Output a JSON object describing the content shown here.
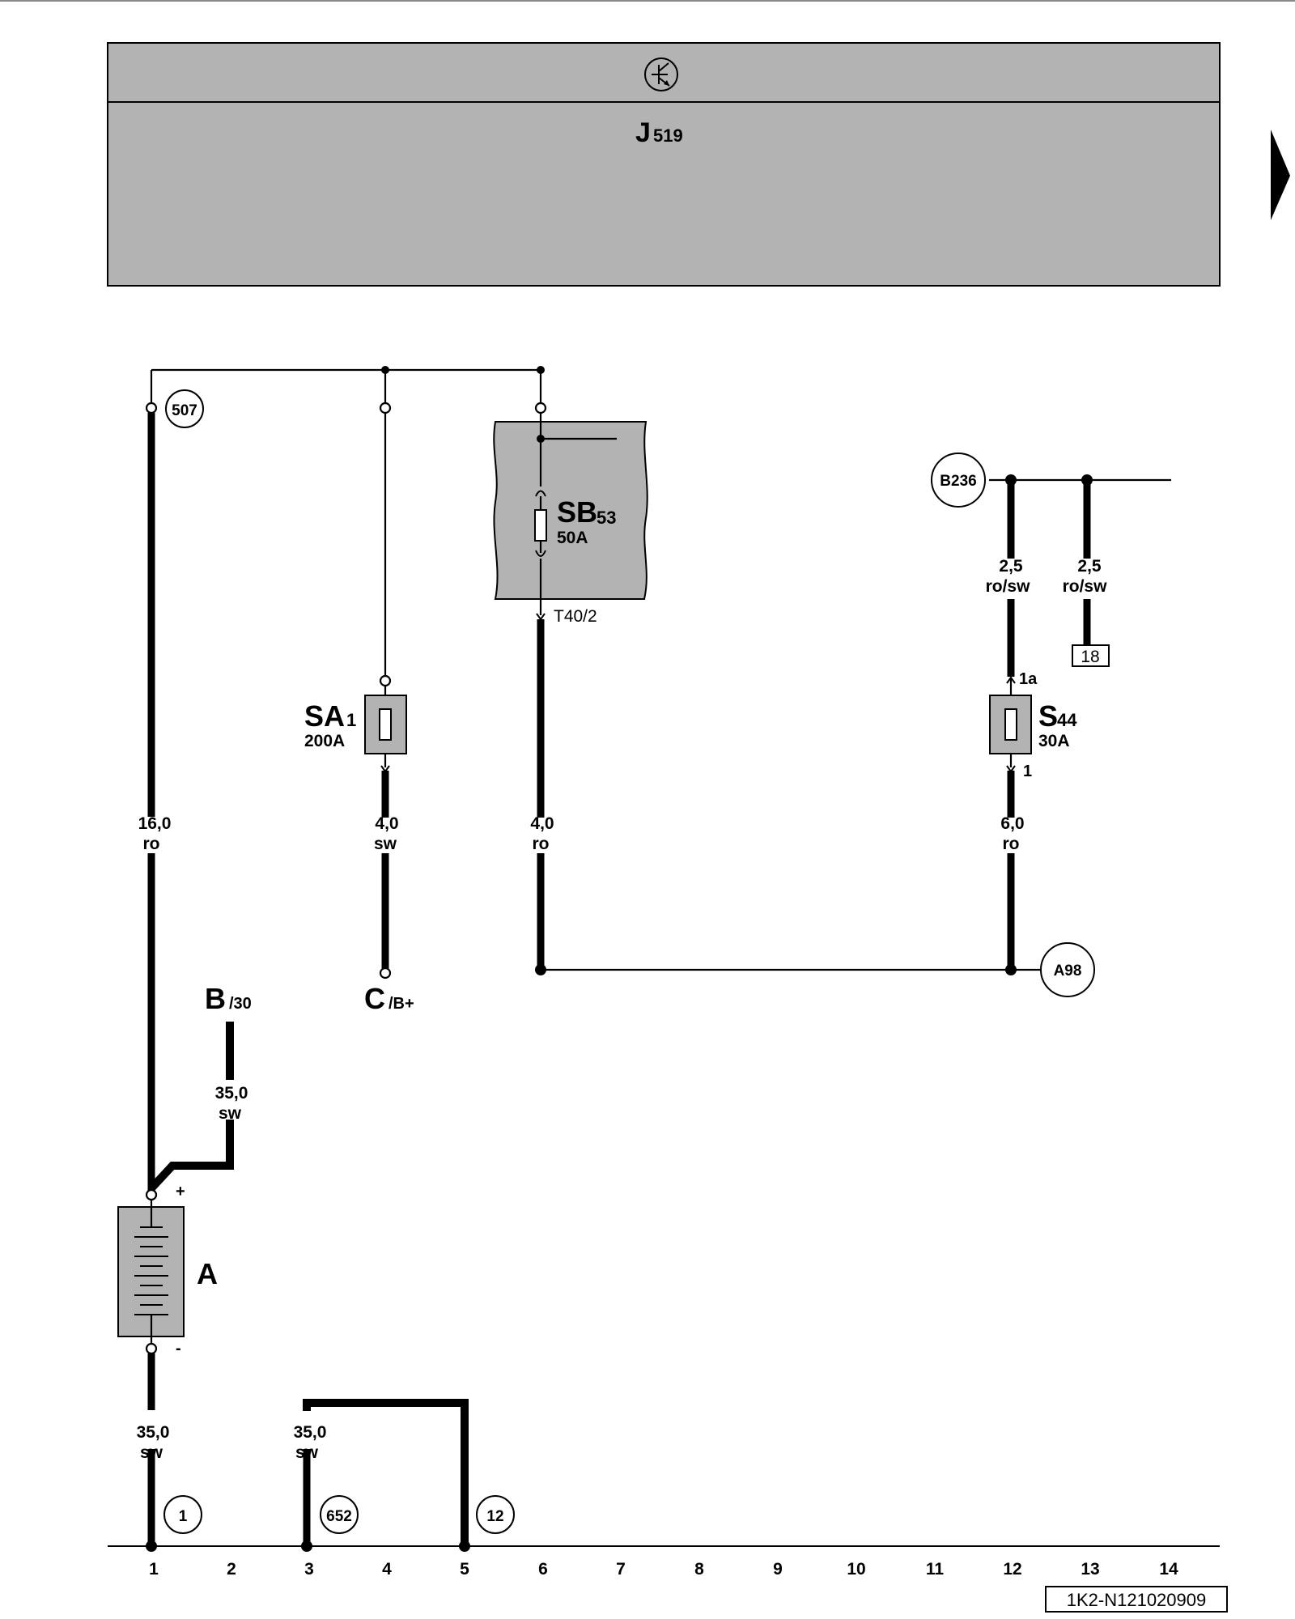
{
  "control_unit": {
    "main": "J",
    "sub": "519",
    "icon": "transistor-symbol-icon"
  },
  "wires": {
    "w1": {
      "size": "16,0",
      "color": "ro"
    },
    "w2": {
      "size": "4,0",
      "color": "sw"
    },
    "w3": {
      "size": "4,0",
      "color": "ro"
    },
    "w4": {
      "size": "6,0",
      "color": "ro"
    },
    "w5": {
      "size": "2,5",
      "color": "ro/sw"
    },
    "w6": {
      "size": "2,5",
      "color": "ro/sw"
    },
    "w7": {
      "size": "35,0",
      "color": "sw"
    },
    "w8": {
      "size": "35,0",
      "color": "sw"
    },
    "w9": {
      "size": "35,0",
      "color": "sw"
    }
  },
  "badges": {
    "b507": "507",
    "b236": "B236",
    "a98": "A98",
    "g1": "1",
    "g652": "652",
    "g12": "12"
  },
  "components": {
    "sb": {
      "main": "SB",
      "sub": "53",
      "rating": "50A",
      "connector": "T40/2"
    },
    "sa": {
      "main": "SA",
      "sub": "1",
      "rating": "200A"
    },
    "s44": {
      "main": "S",
      "sub": "44",
      "rating": "30A",
      "pin_top": "1a",
      "pin_bottom": "1"
    },
    "battery": {
      "label": "A",
      "plus": "+",
      "minus": "-"
    },
    "b30": {
      "main": "B",
      "sub": "/30"
    },
    "cb": {
      "main": "C",
      "sub": "/B+"
    },
    "box18": "18"
  },
  "ruler": [
    "1",
    "2",
    "3",
    "4",
    "5",
    "6",
    "7",
    "8",
    "9",
    "10",
    "11",
    "12",
    "13",
    "14"
  ],
  "page_code": "1K2-N121020909"
}
